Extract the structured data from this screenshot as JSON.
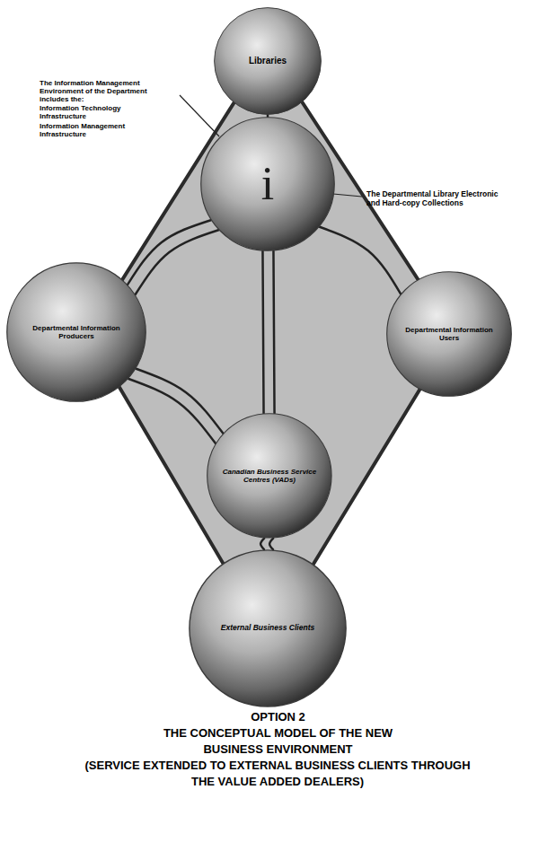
{
  "diagram": {
    "title": "OPTION 2",
    "caption": "THE CONCEPTUAL MODEL OF THE NEW BUSINESS ENVIRONMENT",
    "nodes": [
      {
        "text": [
          "Libraries"
        ]
      },
      {
        "text": [
          "i"
        ]
      },
      {
        "text": [
          "Departmental Information Producers"
        ]
      },
      {
        "text": [
          "Departmental Information Users"
        ]
      },
      {
        "text": [
          "Canadian Business Service Centres (VADs)"
        ]
      },
      {
        "text": [
          "External Business Clients"
        ]
      }
    ],
    "edges": [
      {
        "from": 0,
        "to": 1,
        "arrow": "none"
      },
      {
        "from": 1,
        "to": 2,
        "arrow": "none"
      },
      {
        "from": 1,
        "to": 2,
        "arrow": "none"
      },
      {
        "from": 1,
        "to": 3,
        "arrow": "none"
      },
      {
        "from": 1,
        "to": 4,
        "arrow": "none"
      },
      {
        "from": 1,
        "to": 4,
        "arrow": "none"
      },
      {
        "from": 2,
        "to": 4,
        "arrow": "none"
      },
      {
        "from": 2,
        "to": 4,
        "arrow": "none"
      },
      {
        "from": 4,
        "to": 5,
        "arrow": "none"
      },
      {
        "from": 4,
        "to": 5,
        "arrow": "none"
      }
    ],
    "labels": [
      "The Information Management Environment of the Department includes the:",
      "Information Technology Infrastructure",
      "Information Management Infrastructure",
      "The Departmental Library Electronic and Hard-copy Collections",
      "(SERVICE EXTENDED TO EXTERNAL BUSINESS CLIENTS THROUGH THE VALUE ADDED DEALERS)"
    ]
  }
}
